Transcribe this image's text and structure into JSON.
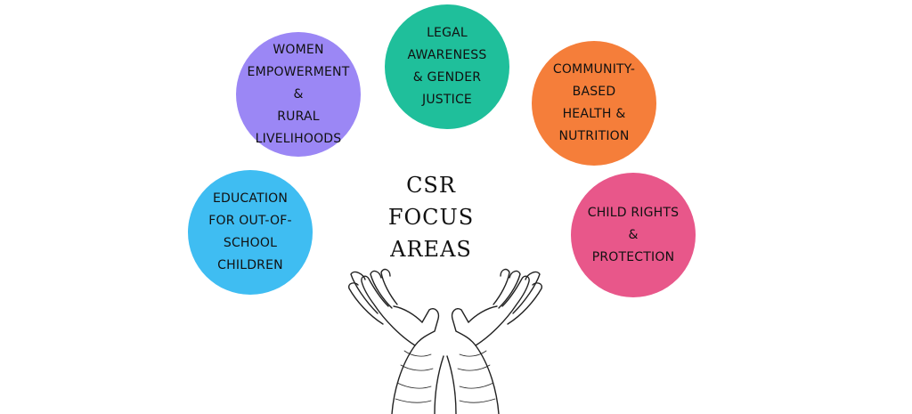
{
  "title": "CSR\nFOCUS\nAREAS",
  "areas": [
    {
      "label": "WOMEN\nEMPOWERMENT &\nRURAL LIVELIHOODS",
      "color": "#9b87f5"
    },
    {
      "label": "LEGAL AWARENESS\n& GENDER JUSTICE",
      "color": "#1fbf9b"
    },
    {
      "label": "COMMUNITY-BASED\nHEALTH & NUTRITION",
      "color": "#f57e3a"
    },
    {
      "label": "EDUCATION\nFOR OUT-OF-\nSCHOOL\nCHILDREN",
      "color": "#3fbdf2"
    },
    {
      "label": "CHILD RIGHTS &\nPROTECTION",
      "color": "#e8578a"
    }
  ],
  "hands_icon": "open-hands-icon"
}
